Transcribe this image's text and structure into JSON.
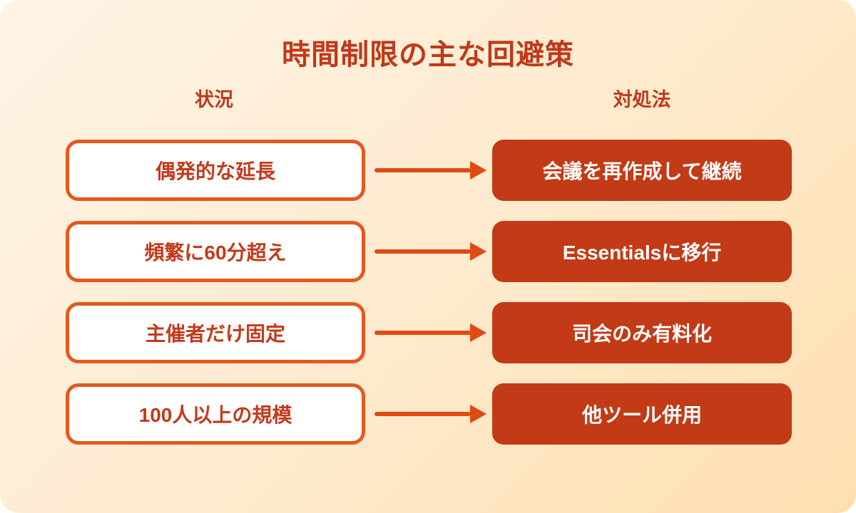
{
  "page": {
    "title": "時間制限の主な回避策"
  },
  "columns": {
    "left_header": "状況",
    "right_header": "対処法"
  },
  "rows": [
    {
      "situation": "偶発的な延長",
      "solution": "会議を再作成して継続"
    },
    {
      "situation": "頻繁に60分超え",
      "solution": "Essentialsに移行"
    },
    {
      "situation": "主催者だけ固定",
      "solution": "司会のみ有料化"
    },
    {
      "situation": "100人以上の規模",
      "solution": "他ツール併用"
    }
  ],
  "icons": {
    "row_connector": "arrow-right-icon"
  },
  "colors": {
    "card_gradient_start": "#FDF4E5",
    "card_gradient_end": "#FFDFB0",
    "title_text": "#C0391A",
    "situation_border": "#E6581D",
    "situation_text": "#C33A1B",
    "situation_fill": "#FFFFFF",
    "arrow": "#E14A12",
    "solution_fill": "#C23A16",
    "solution_text": "#FFFFFF"
  }
}
